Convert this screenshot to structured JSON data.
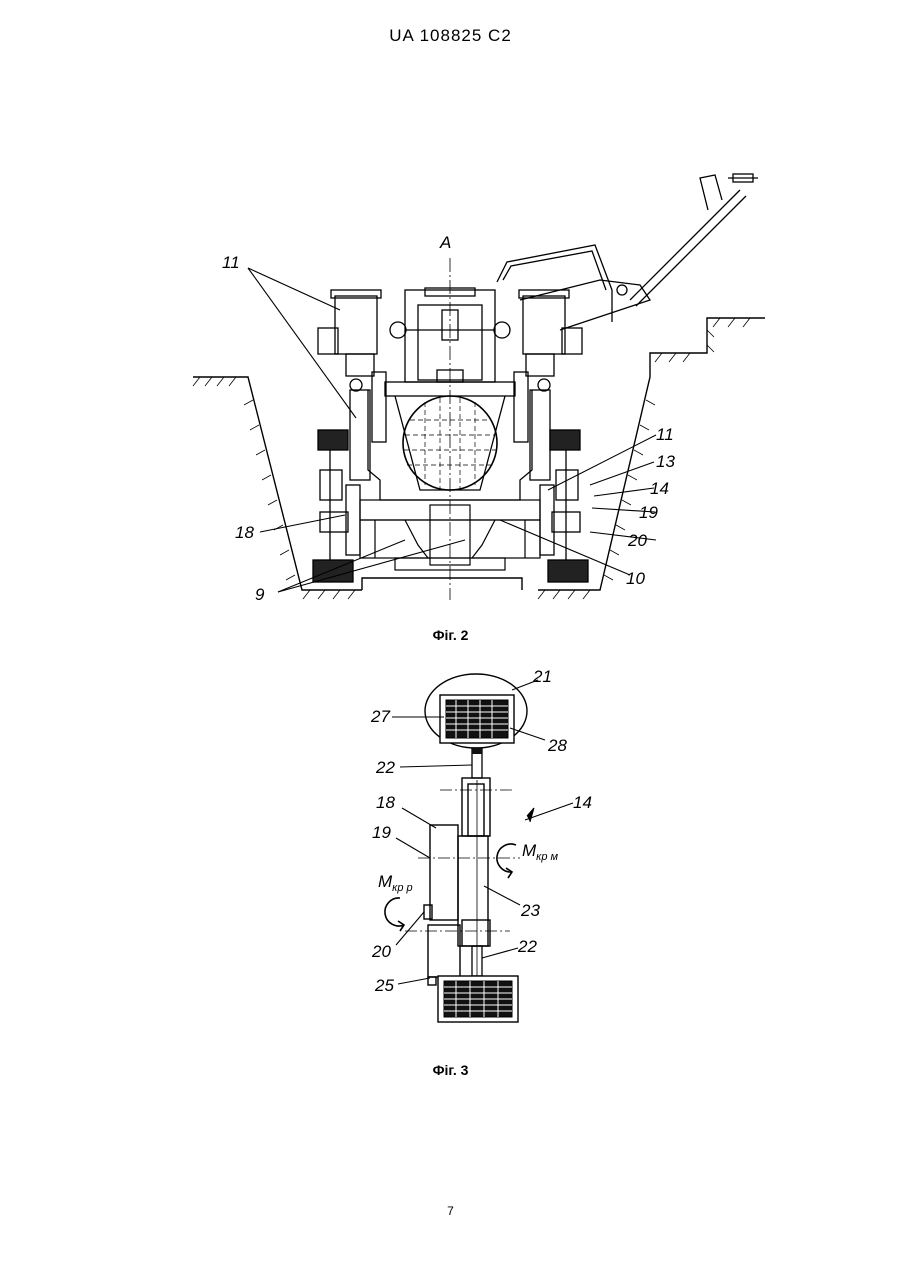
{
  "header": {
    "doc_id": "UA   108825   C2"
  },
  "figure2": {
    "caption": "Фіг. 2",
    "section_label": "A",
    "labels": {
      "l11a": "11",
      "l11b": "11",
      "l13": "13",
      "l14": "14",
      "l19": "19",
      "l20": "20",
      "l18": "18",
      "l10": "10",
      "l9": "9"
    }
  },
  "figure3": {
    "caption": "Фіг. 3",
    "labels": {
      "l21": "21",
      "l27": "27",
      "l28": "28",
      "l22a": "22",
      "l14": "14",
      "l18": "18",
      "l19": "19",
      "l23": "23",
      "l20": "20",
      "l22b": "22",
      "l25": "25"
    },
    "moments": {
      "m_main": "M",
      "m_main_sub": "кр м",
      "m_side": "M",
      "m_side_sub": "кр р"
    }
  },
  "footer": {
    "page_number": "7"
  }
}
